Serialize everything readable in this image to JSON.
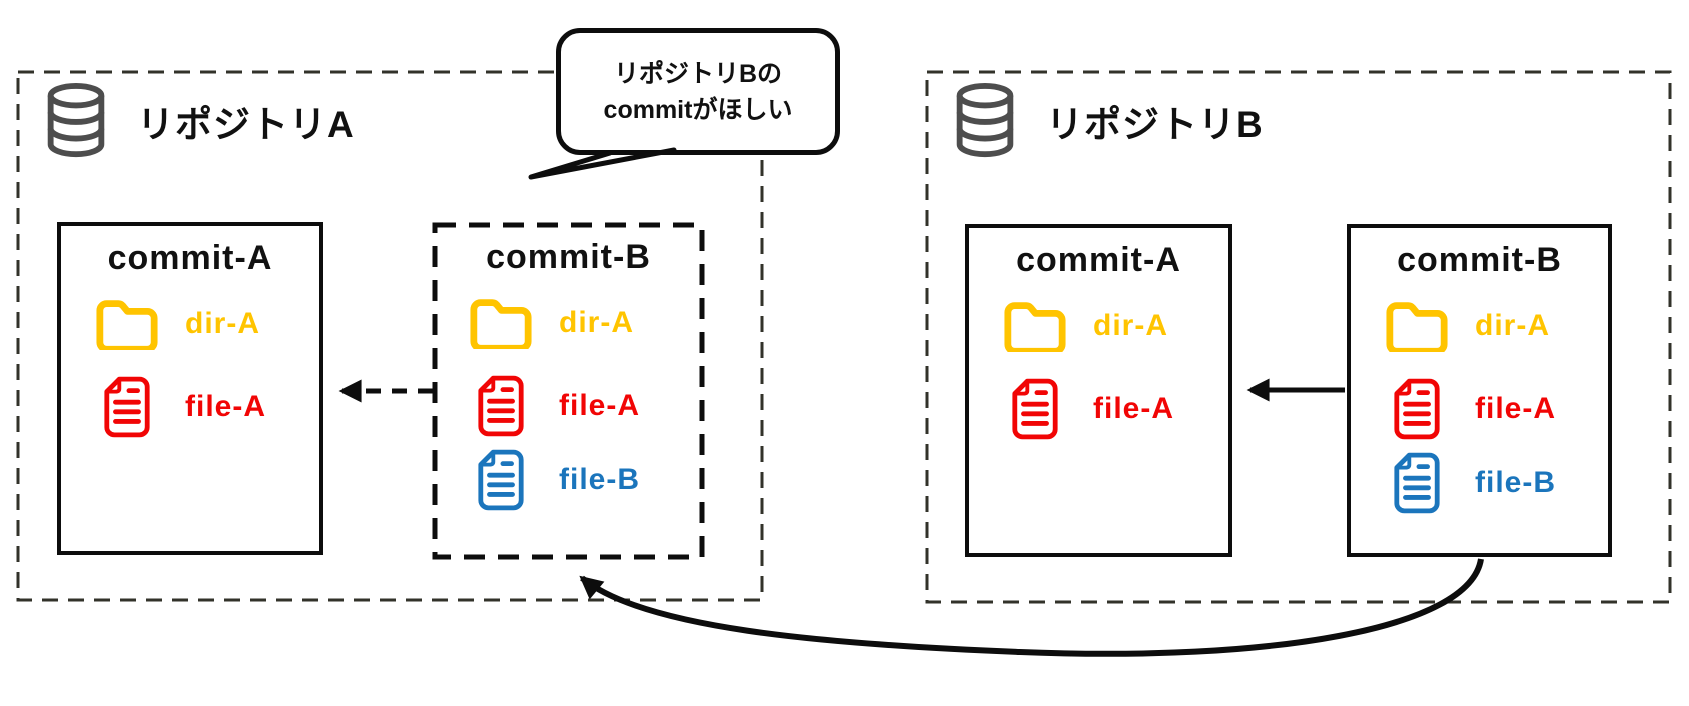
{
  "colors": {
    "line": "#0d0d0d",
    "repo-border": "#32322a",
    "db": "#4d4d4d",
    "folder": "#ffc400",
    "file-red": "#f10505",
    "file-blue": "#1b75bc",
    "text": "#111111"
  },
  "bubble": {
    "line1": "リポジトリBの",
    "line2": "commitがほしい"
  },
  "repos": [
    {
      "label": "リポジトリA",
      "commits": [
        {
          "title": "commit-A",
          "border": "solid",
          "items": [
            {
              "icon": "folder",
              "label": "dir-A"
            },
            {
              "icon": "file",
              "label": "file-A"
            }
          ]
        },
        {
          "title": "commit-B",
          "border": "dashed",
          "items": [
            {
              "icon": "folder",
              "label": "dir-A"
            },
            {
              "icon": "file",
              "label": "file-A"
            },
            {
              "icon": "file",
              "label": "file-B"
            }
          ]
        }
      ]
    },
    {
      "label": "リポジトリB",
      "commits": [
        {
          "title": "commit-A",
          "border": "solid",
          "items": [
            {
              "icon": "folder",
              "label": "dir-A"
            },
            {
              "icon": "file",
              "label": "file-A"
            }
          ]
        },
        {
          "title": "commit-B",
          "border": "solid",
          "items": [
            {
              "icon": "folder",
              "label": "dir-A"
            },
            {
              "icon": "file",
              "label": "file-A"
            },
            {
              "icon": "file",
              "label": "file-B"
            }
          ]
        }
      ]
    }
  ]
}
